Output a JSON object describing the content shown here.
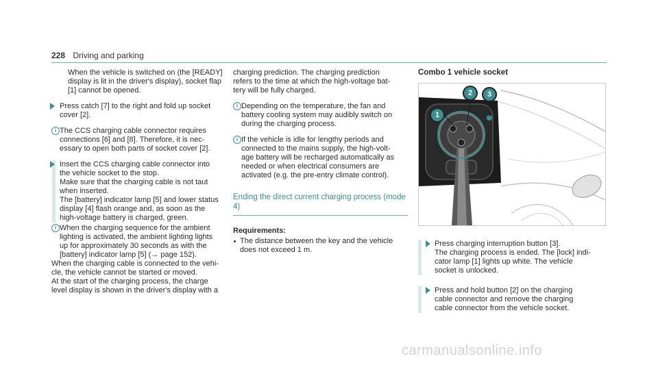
{
  "header": {
    "page_number": "228",
    "title": "Driving and parking"
  },
  "col1": {
    "p1": [
      "When the vehicle is switched on (the [READY]",
      "display is lit in the driver's display), socket flap",
      "[1] cannot be opened."
    ],
    "s1": [
      "Press catch [7] to the right and fold up socket",
      "cover [2]."
    ],
    "i1": [
      "The CCS charging cable connector requires",
      "connections [6] and [8]. Therefore, it is nec-",
      "essary to open both parts of socket cover [2]."
    ],
    "s2": [
      "Insert the CCS charging cable connector into",
      "the vehicle socket to the stop.",
      "Make sure that the charging cable is not taut",
      "when inserted.",
      "The [battery] indicator lamp [5] and lower status",
      "display [4] flash orange and, as soon as the",
      "high-voltage battery is charged, green."
    ],
    "i2": [
      "When the charging sequence for the ambient",
      "lighting is activated, the ambient lighting lights",
      "up for approximately 30 seconds as with the",
      "[battery] indicator lamp [5] (→ page 152)."
    ],
    "p2": [
      "When the charging cable is connected to the vehi-",
      "cle, the vehicle cannot be started or moved.",
      "At the start of the charging process, the charge",
      "level display is shown in the driver's display with a"
    ]
  },
  "col2": {
    "p1": [
      "charging prediction. The charging prediction",
      "refers to the time at which the high-voltage bat-",
      "tery will be fully charged."
    ],
    "i1": [
      "Depending on the temperature, the fan and",
      "battery cooling system may audibly switch on",
      "during the charging process."
    ],
    "i2": [
      "If the vehicle is idle for lengthy periods and",
      "connected to the mains supply, the high-volt-",
      "age battery will be recharged automatically as",
      "needed or when electrical consumers are",
      "activated (e.g. the pre-entry climate control)."
    ],
    "section_title": [
      "Ending the direct current charging process (mode",
      "4)"
    ],
    "req_label": "Requirements:",
    "bullet": [
      "The distance between the key and the vehicle",
      "does not exceed 1 m."
    ]
  },
  "col3": {
    "title": "Combo 1 vehicle socket",
    "callouts": [
      "1",
      "2",
      "3"
    ],
    "s1": [
      "Press charging interruption button [3].",
      "The charging process is ended. The [lock] indi-",
      "cator lamp [1] lights up white. The vehicle",
      "socket is unlocked."
    ],
    "s2": [
      "Press and hold button [2] on the charging",
      "cable connector and remove the charging",
      "cable connector from the vehicle socket."
    ]
  },
  "footer": {
    "watermark": "carmanualsonline.info"
  },
  "colors": {
    "accent": "#3e8f8f",
    "bar": "#d6e8e8"
  }
}
